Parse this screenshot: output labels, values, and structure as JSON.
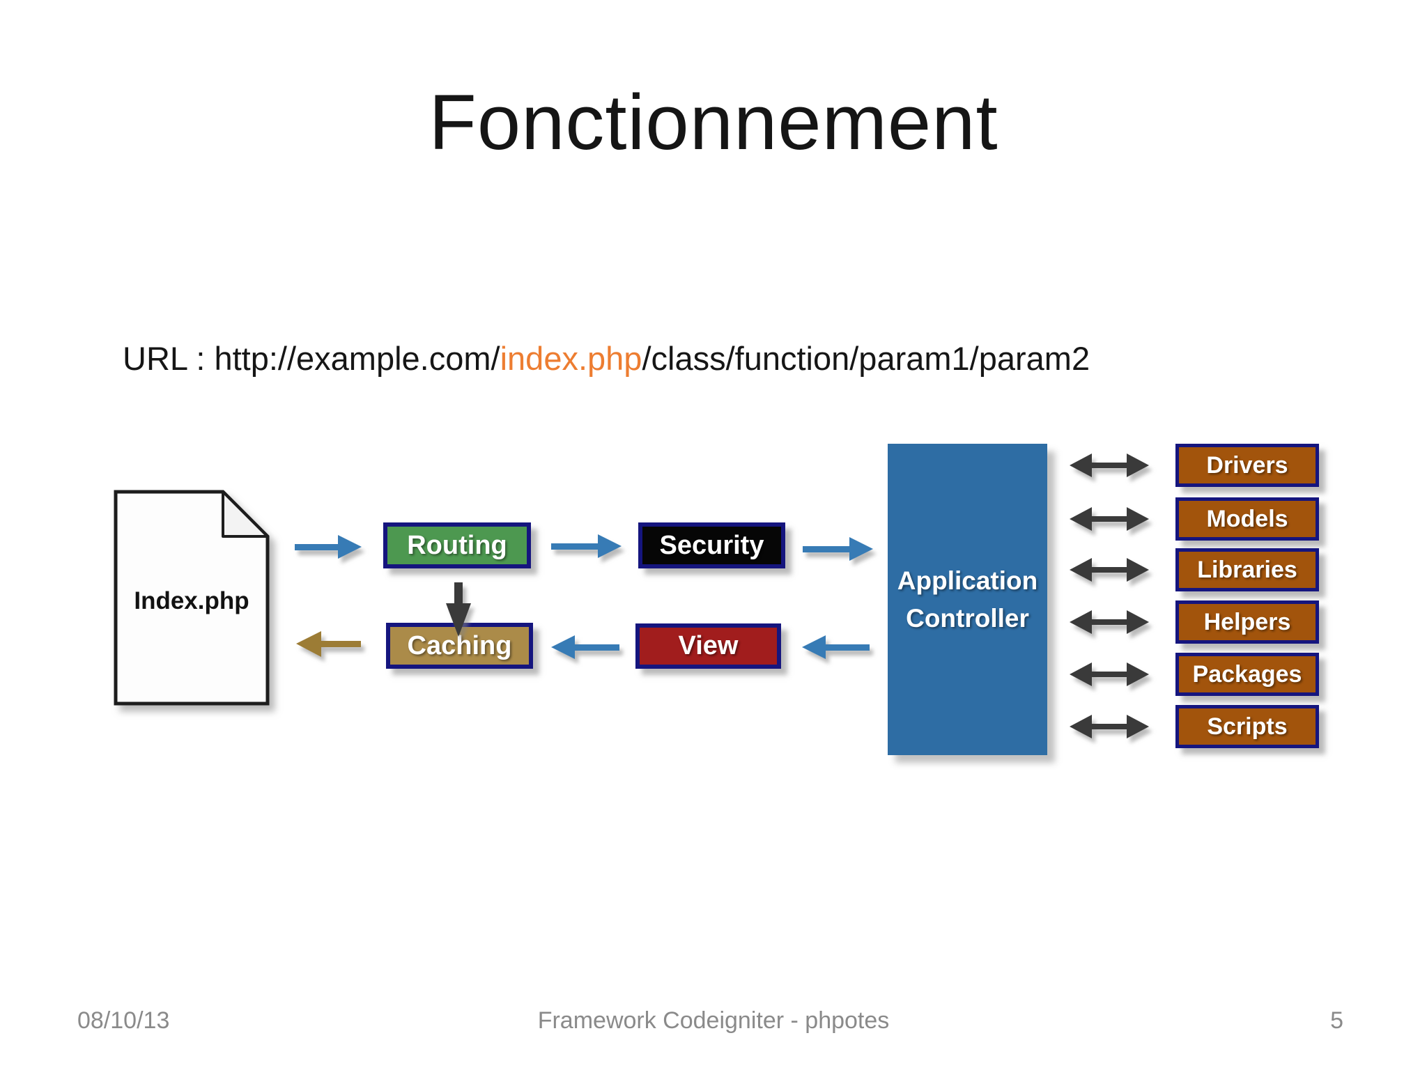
{
  "slide": {
    "title": "Fonctionnement",
    "url": {
      "prefix": "URL : http://example.com/",
      "highlight": "index.php",
      "suffix": "/class/function/param1/param2",
      "highlight_color": "#ed7d31"
    },
    "footer": {
      "date": "08/10/13",
      "title": "Framework Codeigniter - phpotes",
      "page_number": "5"
    }
  },
  "diagram": {
    "index_file": {
      "label": "Index.php"
    },
    "flow_boxes": {
      "routing": {
        "label": "Routing",
        "fill": "#4d9850"
      },
      "security": {
        "label": "Security",
        "fill": "#060606"
      },
      "caching": {
        "label": "Caching",
        "fill": "#ab8b49"
      },
      "view": {
        "label": "View",
        "fill": "#a11d1d"
      }
    },
    "controller": {
      "line1": "Application",
      "line2": "Controller",
      "fill": "#2e6da4"
    },
    "modules": [
      "Drivers",
      "Models",
      "Libraries",
      "Helpers",
      "Packages",
      "Scripts"
    ],
    "colors": {
      "module_fill": "#a2540c",
      "box_border": "#15157e",
      "flow_arrow": "#377bb5",
      "return_arrow": "#9c7c35",
      "internal_arrow": "#3a3a3a",
      "text_on_boxes": "#ffffff",
      "footer_text": "#8a8a8a"
    },
    "icons": {
      "document-icon": "page-with-folded-corner",
      "flow-arrow-right": "→",
      "flow-arrow-left": "←",
      "flow-arrow-down": "↓",
      "double-arrow": "↔"
    }
  }
}
